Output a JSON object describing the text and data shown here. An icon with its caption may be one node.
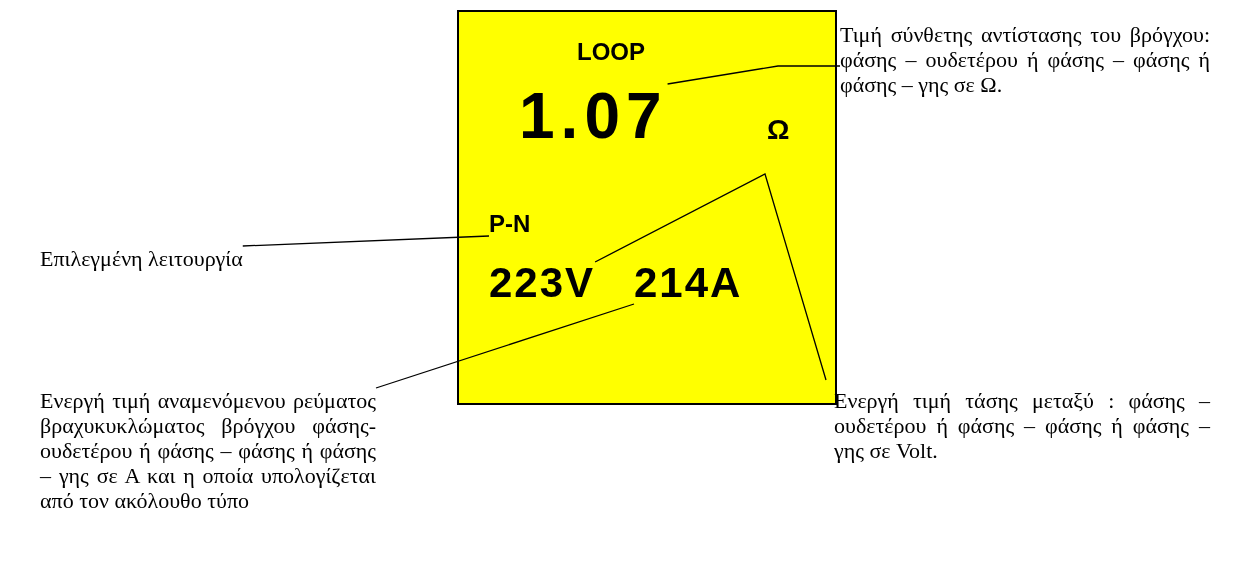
{
  "diagram": {
    "nodes": [
      {
        "text": [],
        "shape": "box"
      },
      {
        "text": [
          "LOOP"
        ],
        "in": 0
      },
      {
        "text": [
          "1.07"
        ],
        "in": 0
      },
      {
        "text": [
          "Ω"
        ],
        "in": 0
      },
      {
        "text": [
          "Τιμή σύνθετης αντίστασης του βρόγχου: φάσης – ουδετέρου ή φάσης – φάσης ή φάσης – γης σε Ω."
        ]
      },
      {
        "text": [
          "Επιλεγμένη λειτουργία"
        ]
      },
      {
        "text": [
          "P-N"
        ],
        "in": 0
      },
      {
        "text": [
          "223V"
        ],
        "in": 0
      },
      {
        "text": [
          "214A"
        ],
        "in": 0
      },
      {
        "text": [
          "Ενεργή τιμή αναμενόμενου ρεύματος βραχυκυκλώματος βρόγχου φάσης- ουδετέρου ή φάσης – φάσης ή φάσης – γης σε Α και η οποία υπολογίζεται από τον ακόλουθο τύπο"
        ]
      },
      {
        "text": [
          "Ενεργή τιμή τάσης μεταξύ : φάσης – ουδετέρου ή φάσης – φάσης ή φάσης – γης σε Volt."
        ]
      }
    ],
    "edges": [
      {
        "from": 4,
        "to": 2,
        "arrow": "none"
      },
      {
        "from": 5,
        "to": 6,
        "arrow": "none"
      },
      {
        "from": 10,
        "to": 7,
        "arrow": "none"
      },
      {
        "from": 9,
        "to": 8,
        "arrow": "none"
      }
    ]
  }
}
